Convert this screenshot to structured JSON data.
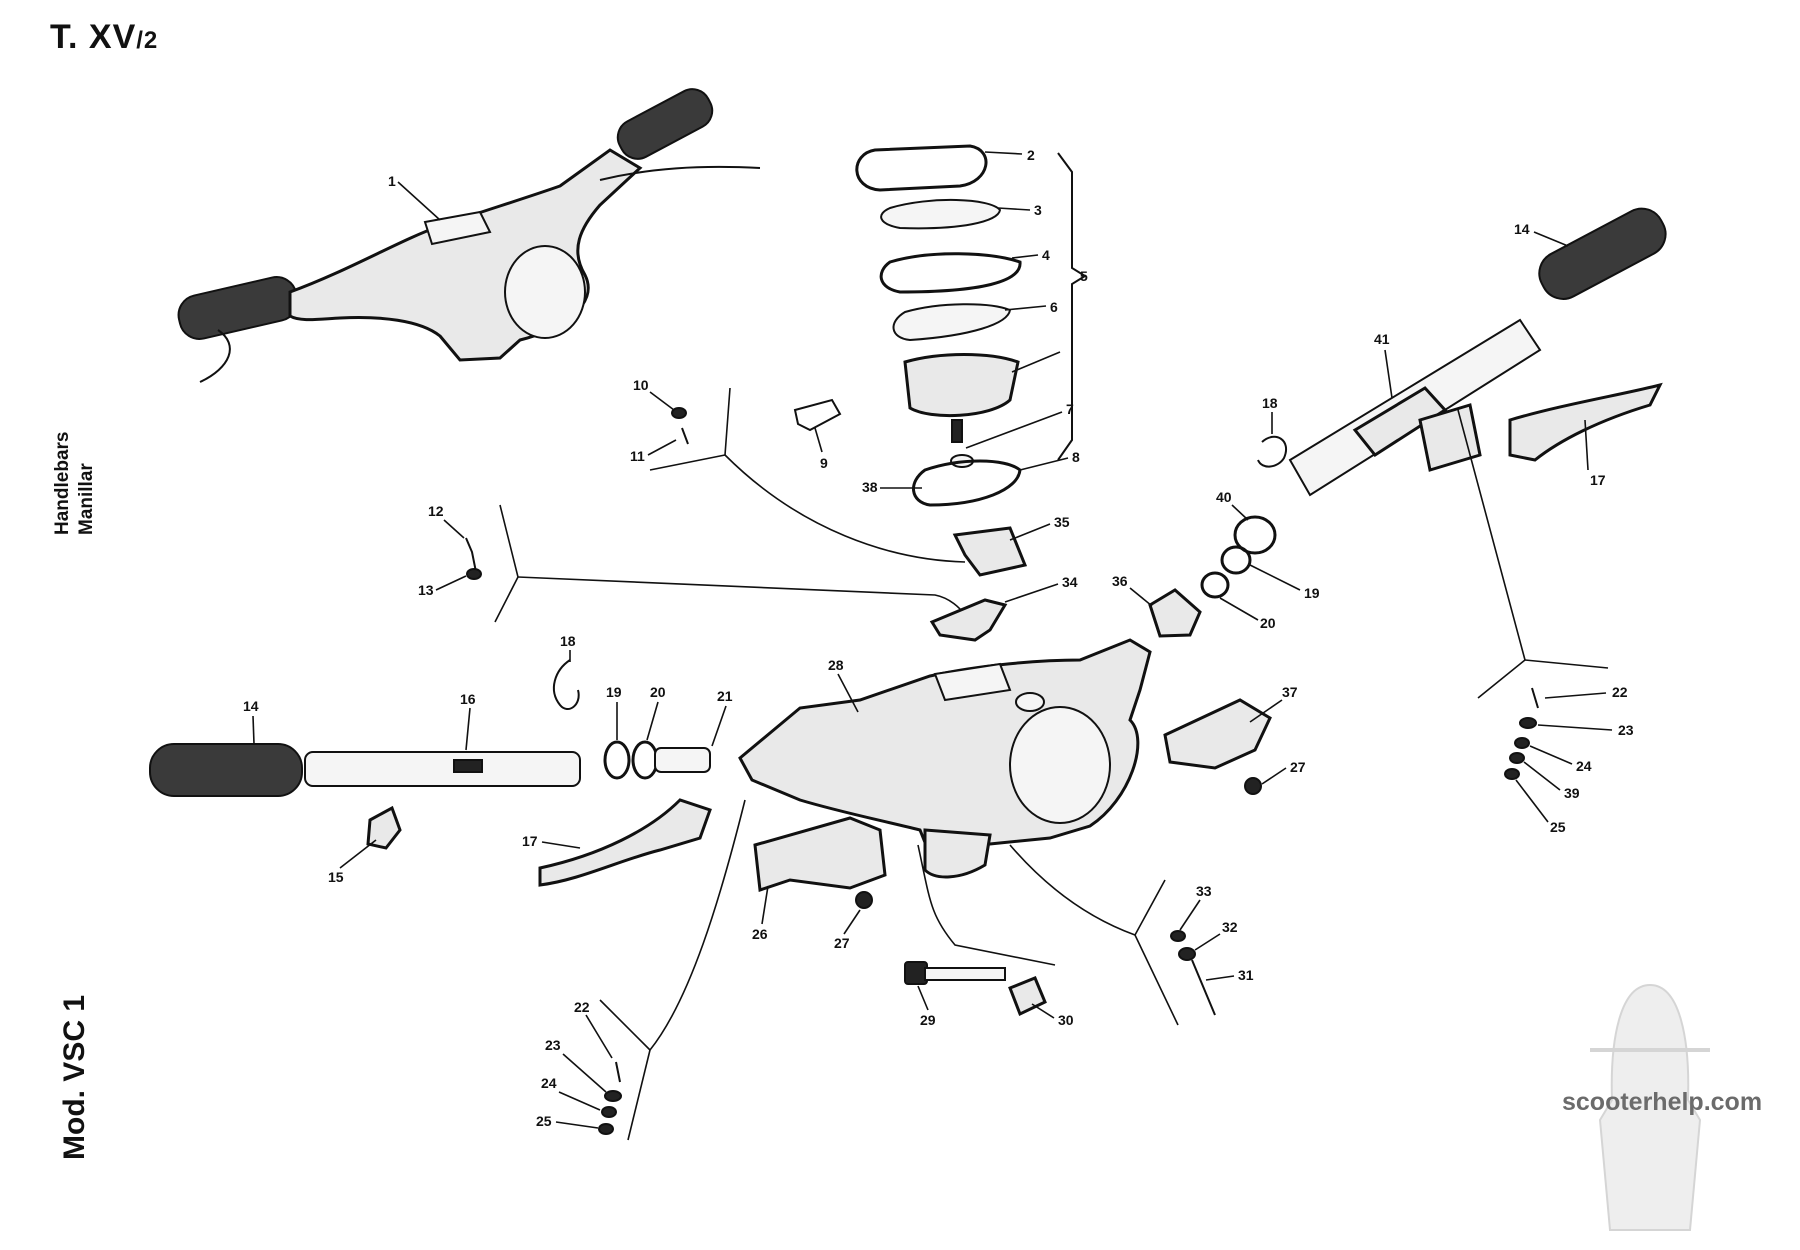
{
  "plate": {
    "title_main": "T. XV",
    "title_sub": "/2"
  },
  "side_text": {
    "english": "Handlebars",
    "spanish": "Manillar",
    "model": "Mod. VSC 1"
  },
  "watermark": "scooterhelp.com",
  "labels": {
    "p1": "1",
    "p2": "2",
    "p3": "3",
    "p4": "4",
    "p5": "5",
    "p6": "6",
    "p7": "7",
    "p8": "8",
    "p9": "9",
    "p10": "10",
    "p11": "11",
    "p12": "12",
    "p13": "13",
    "p14a": "14",
    "p14b": "14",
    "p15": "15",
    "p16": "16",
    "p17a": "17",
    "p17b": "17",
    "p18a": "18",
    "p18b": "18",
    "p19a": "19",
    "p19b": "19",
    "p20a": "20",
    "p20b": "20",
    "p21": "21",
    "p22a": "22",
    "p22b": "22",
    "p23a": "23",
    "p23b": "23",
    "p24a": "24",
    "p24b": "24",
    "p25a": "25",
    "p25b": "25",
    "p26": "26",
    "p27a": "27",
    "p27b": "27",
    "p28": "28",
    "p29": "29",
    "p30": "30",
    "p31": "31",
    "p32": "32",
    "p33": "33",
    "p34": "34",
    "p35": "35",
    "p36": "36",
    "p37": "37",
    "p38": "38",
    "p39": "39",
    "p40": "40",
    "p41": "41"
  },
  "icons": {
    "watermark_graphic": "scooter-silhouette-icon"
  }
}
